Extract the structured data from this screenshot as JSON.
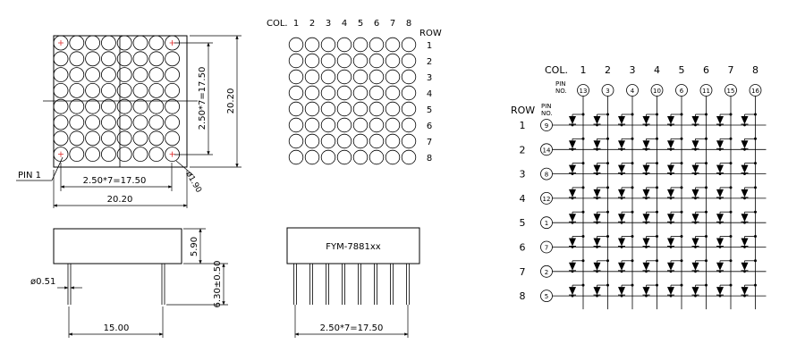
{
  "front_view": {
    "pin1_label": "PIN  1",
    "dim_pitch_horizontal": "2.50*7=17.50",
    "dim_width": "20.20",
    "dim_pitch_vertical": "2.50*7=17.50",
    "dim_height": "20.20",
    "dim_dot_diameter": "ø1.90"
  },
  "side_view": {
    "dim_body_height": "5.90",
    "dim_pin_length": "6.30±0.50",
    "dim_pin_diameter": "ø0.51",
    "dim_pin_span": "15.00"
  },
  "dot_grid": {
    "col_label": "COL.",
    "row_label": "ROW",
    "cols": [
      "1",
      "2",
      "3",
      "4",
      "5",
      "6",
      "7",
      "8"
    ],
    "rows": [
      "1",
      "2",
      "3",
      "4",
      "5",
      "6",
      "7",
      "8"
    ]
  },
  "pin_side": {
    "part_number": "FYM-7881xx",
    "dim_pitch": "2.50*7=17.50"
  },
  "schematic": {
    "col_label": "COL.",
    "row_label": "ROW",
    "pin_no_label_line1": "PIN",
    "pin_no_label_line2": "NO.",
    "cols": [
      "1",
      "2",
      "3",
      "4",
      "5",
      "6",
      "7",
      "8"
    ],
    "col_pins": [
      "13",
      "3",
      "4",
      "10",
      "6",
      "11",
      "15",
      "16"
    ],
    "rows": [
      "1",
      "2",
      "3",
      "4",
      "5",
      "6",
      "7",
      "8"
    ],
    "row_pins": [
      "9",
      "14",
      "8",
      "12",
      "1",
      "7",
      "2",
      "5"
    ]
  }
}
